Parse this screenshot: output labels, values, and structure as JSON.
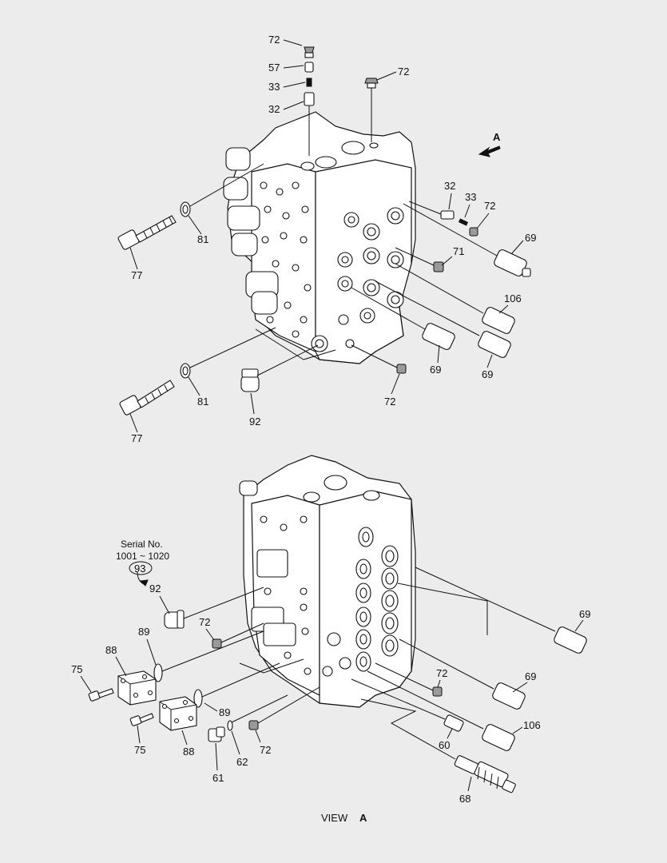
{
  "labels": {
    "l72a": "72",
    "l57": "57",
    "l33a": "33",
    "l32a": "32",
    "l72b": "72",
    "lA": "A",
    "l32b": "32",
    "l33b": "33",
    "l72c": "72",
    "l69a": "69",
    "l71": "71",
    "l81a": "81",
    "l77a": "77",
    "l106a": "106",
    "l69b": "69",
    "l69c": "69",
    "l72d": "72",
    "l81b": "81",
    "l92a": "92",
    "l77b": "77",
    "serial_title": "Serial No.",
    "serial_range": "1001 ~ 1020",
    "l93": "93",
    "l92b": "92",
    "l72e": "72",
    "l89a": "89",
    "l88a": "88",
    "l75a": "75",
    "l69d": "69",
    "l69e": "69",
    "l72f": "72",
    "l89b": "89",
    "l75b": "75",
    "l88b": "88",
    "l62": "62",
    "l72g": "72",
    "l61": "61",
    "l106b": "106",
    "l60": "60",
    "l68": "68"
  },
  "view": {
    "prefix": "VIEW",
    "letter": "A"
  },
  "colors": {
    "line": "#111111",
    "background": "#ececec",
    "fill": "#ffffff"
  }
}
